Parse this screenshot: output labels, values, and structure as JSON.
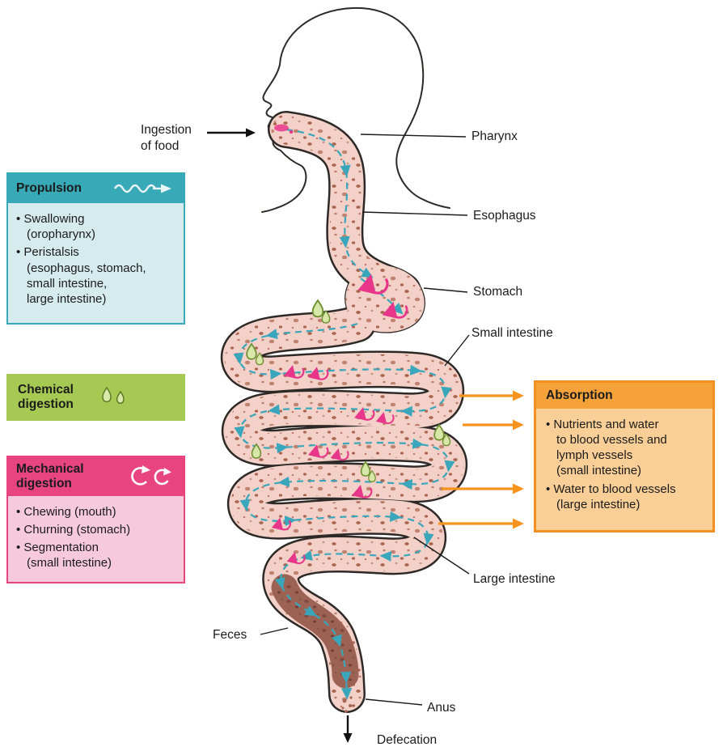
{
  "labels": {
    "ingestion": "Ingestion\nof food",
    "pharynx": "Pharynx",
    "esophagus": "Esophagus",
    "stomach": "Stomach",
    "small_intestine": "Small intestine",
    "large_intestine": "Large intestine",
    "anus": "Anus",
    "feces": "Feces",
    "defecation": "Defecation"
  },
  "boxes": {
    "propulsion": {
      "title": "Propulsion",
      "items": [
        "Swallowing\n(oropharynx)",
        "Peristalsis\n(esophagus, stomach,\nsmall intestine,\nlarge intestine)"
      ]
    },
    "chemical": {
      "title": "Chemical\ndigestion"
    },
    "mechanical": {
      "title": "Mechanical\ndigestion",
      "items": [
        "Chewing (mouth)",
        "Churning (stomach)",
        "Segmentation\n(small intestine)"
      ]
    },
    "absorption": {
      "title": "Absorption",
      "items": [
        "Nutrients and water\nto blood vessels and\nlymph vessels\n(small intestine)",
        "Water to blood vessels\n(large intestine)"
      ]
    }
  },
  "colors": {
    "propulsion_header": "#38a9b6",
    "propulsion_body": "#d6ebee",
    "chemical_green": "#a6c953",
    "mechanical_header": "#e8457e",
    "mechanical_body": "#f7cadb",
    "absorption_border": "#f29120",
    "absorption_header": "#f6a23a",
    "absorption_body": "#f9cf97",
    "tract_fill": "#f3d1c8",
    "flow_teal": "#3aa6bb",
    "churn_pink": "#e8368b",
    "droplet_green": "#d6e7a8",
    "arrow_orange": "#f7941d",
    "feces_brown": "#9c6355"
  }
}
